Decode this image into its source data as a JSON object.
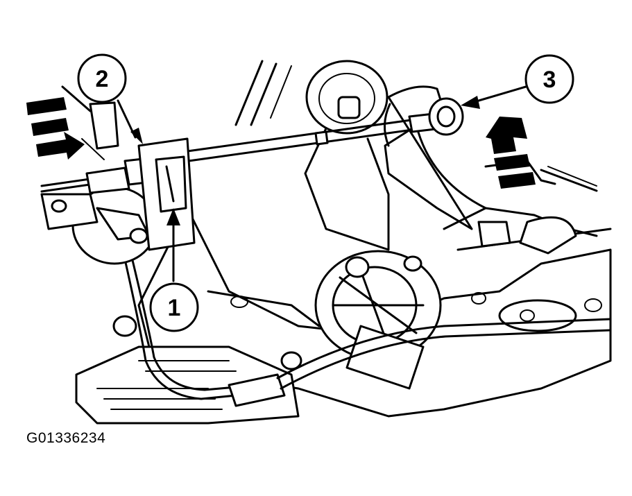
{
  "figure": {
    "id_label": "G01336234"
  },
  "callouts": [
    {
      "number": "1"
    },
    {
      "number": "2"
    },
    {
      "number": "3"
    }
  ],
  "colors": {
    "ink": "#000000",
    "paper": "#ffffff"
  }
}
